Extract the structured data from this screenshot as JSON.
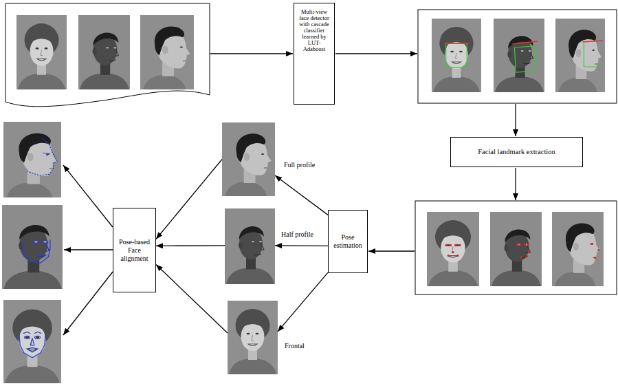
{
  "diagram": {
    "nodes": [
      {
        "text": [
          "Multi-view face detector with cascade classifier learned by LUT-Adaboost"
        ]
      },
      {
        "text": [
          "Facial landmark extraction"
        ]
      },
      {
        "text": [
          "Pose estimation"
        ]
      },
      {
        "text": [
          "Full profile"
        ]
      },
      {
        "text": [
          "Half profile"
        ]
      },
      {
        "text": [
          "Frontal"
        ]
      },
      {
        "text": [
          "Pose-based Face alignment"
        ]
      }
    ],
    "edges": [
      {
        "from": 2,
        "to": 3,
        "arrow": "to"
      },
      {
        "from": 2,
        "to": 4,
        "arrow": "to"
      },
      {
        "from": 2,
        "to": 5,
        "arrow": "to"
      },
      {
        "from": 3,
        "to": 6,
        "arrow": "to"
      },
      {
        "from": 4,
        "to": 6,
        "arrow": "to"
      },
      {
        "from": 5,
        "to": 6,
        "arrow": "to"
      }
    ]
  }
}
